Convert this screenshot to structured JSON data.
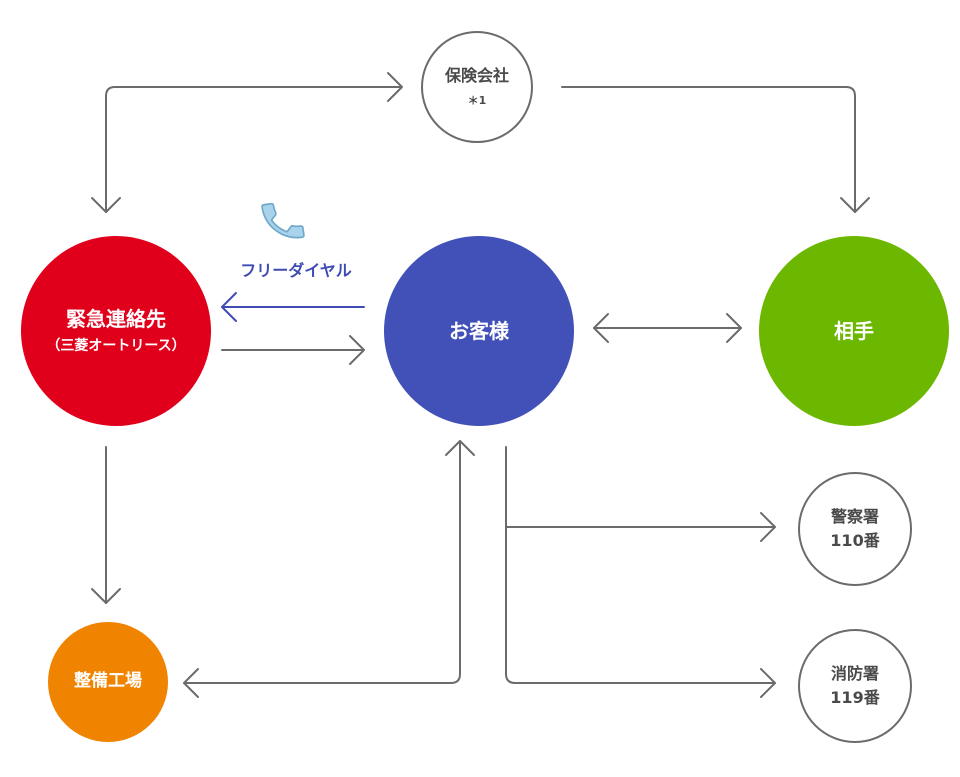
{
  "colors": {
    "emergency": "#e0001b",
    "customer": "#4251b8",
    "other_party": "#6cb700",
    "garage": "#f08300",
    "outline": "#6b6b6b",
    "arrow": "#6b6b6b",
    "freedial": "#3f4cb3",
    "phone_icon": "#a9d3ec"
  },
  "nodes": {
    "emergency": {
      "label": "緊急連絡先",
      "sublabel": "（三菱オートリース）"
    },
    "customer": {
      "label": "お客様"
    },
    "other_party": {
      "label": "相手"
    },
    "garage": {
      "label": "整備工場"
    },
    "insurance": {
      "label": "保険会社",
      "note": "＊1"
    },
    "police": {
      "label": "警察署",
      "number": "110番"
    },
    "fire": {
      "label": "消防署",
      "number": "119番"
    }
  },
  "freedial": {
    "label": "フリーダイヤル",
    "icon": "phone-icon"
  }
}
